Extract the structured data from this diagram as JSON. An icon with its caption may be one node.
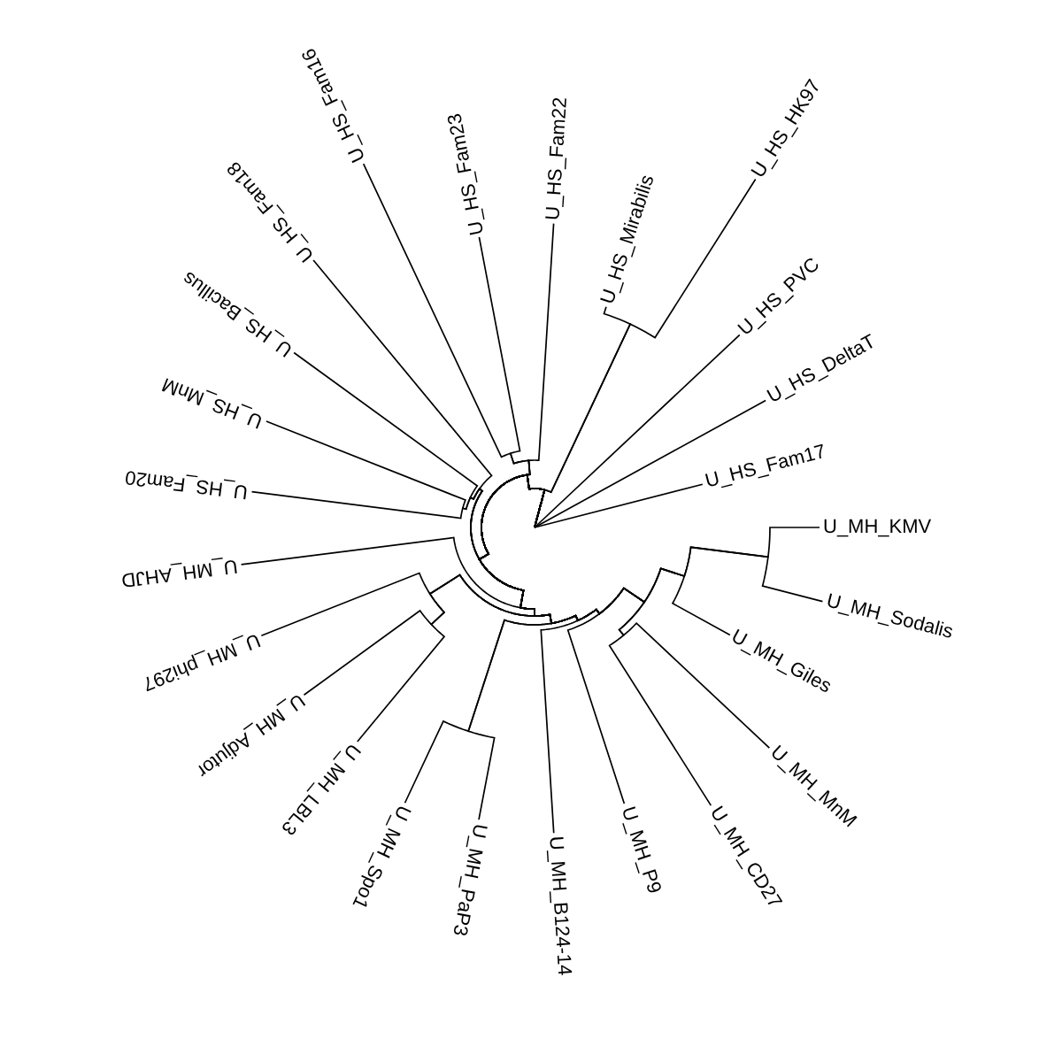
{
  "diagram": {
    "nodes": [
      {
        "text": [
          "U_HS_Fam17"
        ]
      },
      {
        "text": [
          "U_HS_DeltaT"
        ]
      },
      {
        "text": [
          "U_HS_PVC"
        ]
      },
      {
        "text": [
          "U_HS_HK97"
        ]
      },
      {
        "text": [
          "U_HS_Mirabilis"
        ]
      },
      {
        "text": [
          "U_HS_Fam22"
        ]
      },
      {
        "text": [
          "U_HS_Fam23"
        ]
      },
      {
        "text": [
          "U_HS_Fam16"
        ]
      },
      {
        "text": [
          "U_HS_Fam18"
        ]
      },
      {
        "text": [
          "U_HS_Bacillus"
        ]
      },
      {
        "text": [
          "U_HS_MnM"
        ]
      },
      {
        "text": [
          "U_HS_Fam20"
        ]
      },
      {
        "text": [
          "U_MH_AHJD"
        ]
      },
      {
        "text": [
          "U_MH_phi297"
        ]
      },
      {
        "text": [
          "U_MH_Adjutor"
        ]
      },
      {
        "text": [
          "U_MH_LBL3"
        ]
      },
      {
        "text": [
          "U_MH_Spo1"
        ]
      },
      {
        "text": [
          "U_MH_PaP3"
        ]
      },
      {
        "text": [
          "U_MH_B124-14"
        ]
      },
      {
        "text": [
          "U_MH_P9"
        ]
      },
      {
        "text": [
          "U_MH_CD27"
        ]
      },
      {
        "text": [
          "U_MH_MnM"
        ]
      },
      {
        "text": [
          "U_MH_Giles"
        ]
      },
      {
        "text": [
          "U_MH_Sodalis"
        ]
      },
      {
        "text": [
          "U_MH_KMV"
        ]
      }
    ],
    "edges": [
      {
        "from": null,
        "to": 0,
        "arrow": "none"
      },
      {
        "from": null,
        "to": 1,
        "arrow": "none"
      },
      {
        "from": null,
        "to": 2,
        "arrow": "none"
      },
      {
        "from": null,
        "to": 3,
        "arrow": "none"
      },
      {
        "from": null,
        "to": 4,
        "arrow": "none"
      },
      {
        "from": null,
        "to": 5,
        "arrow": "none"
      },
      {
        "from": null,
        "to": 6,
        "arrow": "none"
      },
      {
        "from": null,
        "to": 7,
        "arrow": "none"
      },
      {
        "from": null,
        "to": 8,
        "arrow": "none"
      },
      {
        "from": null,
        "to": 9,
        "arrow": "none"
      },
      {
        "from": null,
        "to": 10,
        "arrow": "none"
      },
      {
        "from": null,
        "to": 11,
        "arrow": "none"
      },
      {
        "from": null,
        "to": 12,
        "arrow": "none"
      },
      {
        "from": null,
        "to": 13,
        "arrow": "none"
      },
      {
        "from": null,
        "to": 14,
        "arrow": "none"
      },
      {
        "from": null,
        "to": 15,
        "arrow": "none"
      },
      {
        "from": null,
        "to": 16,
        "arrow": "none"
      },
      {
        "from": null,
        "to": 17,
        "arrow": "none"
      },
      {
        "from": null,
        "to": 18,
        "arrow": "none"
      },
      {
        "from": null,
        "to": 19,
        "arrow": "none"
      },
      {
        "from": null,
        "to": 20,
        "arrow": "none"
      },
      {
        "from": null,
        "to": 21,
        "arrow": "none"
      },
      {
        "from": null,
        "to": 22,
        "arrow": "none"
      },
      {
        "from": null,
        "to": 23,
        "arrow": "none"
      },
      {
        "from": null,
        "to": 24,
        "arrow": "none"
      }
    ]
  }
}
